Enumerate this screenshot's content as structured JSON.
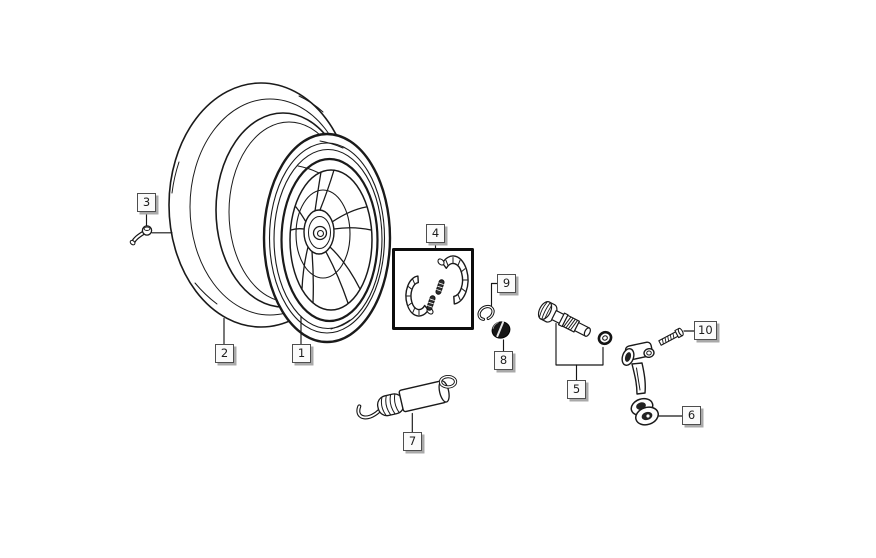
{
  "diagram": {
    "description": "exploded parts diagram of a scooter rear wheel, drum brake shoes, cam, arm and hardware",
    "background": "#ffffff",
    "line_color": "#1a1a1a",
    "callout_style": {
      "background": "#fbfbfb",
      "border": "#4e4e4e",
      "shadow": "#a9a9a9",
      "text": "#1c1c1c"
    },
    "callouts": [
      {
        "label": "1"
      },
      {
        "label": "2"
      },
      {
        "label": "3"
      },
      {
        "label": "4"
      },
      {
        "label": "5"
      },
      {
        "label": "6"
      },
      {
        "label": "7"
      },
      {
        "label": "8"
      },
      {
        "label": "9"
      },
      {
        "label": "10"
      }
    ]
  }
}
